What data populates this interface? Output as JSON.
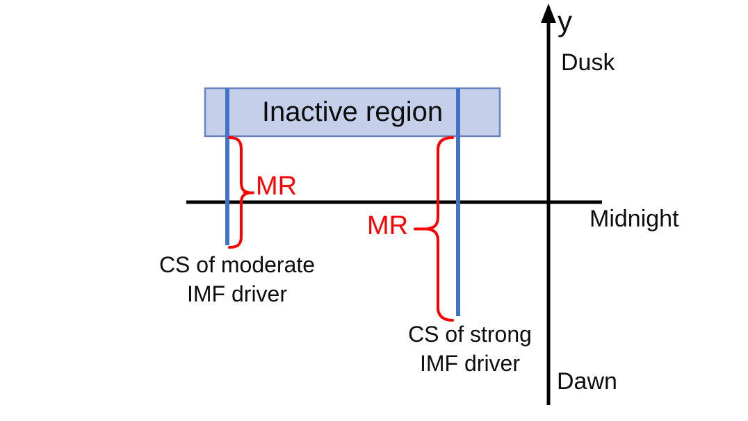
{
  "labels": {
    "y_axis": "y",
    "dusk": "Dusk",
    "midnight": "Midnight",
    "dawn": "Dawn",
    "inactive_region": "Inactive region",
    "mr_left": "MR",
    "mr_right": "MR",
    "cs_moderate_line1": "CS of moderate",
    "cs_moderate_line2": "IMF driver",
    "cs_strong_line1": "CS of strong",
    "cs_strong_line2": "IMF driver"
  },
  "colors": {
    "axis": "#000000",
    "current_sheet": "#4472c4",
    "inactive_fill": "#c5cfe9",
    "inactive_border": "#6b84be",
    "annotation": "#ff0000",
    "text": "#0d0d0d"
  }
}
